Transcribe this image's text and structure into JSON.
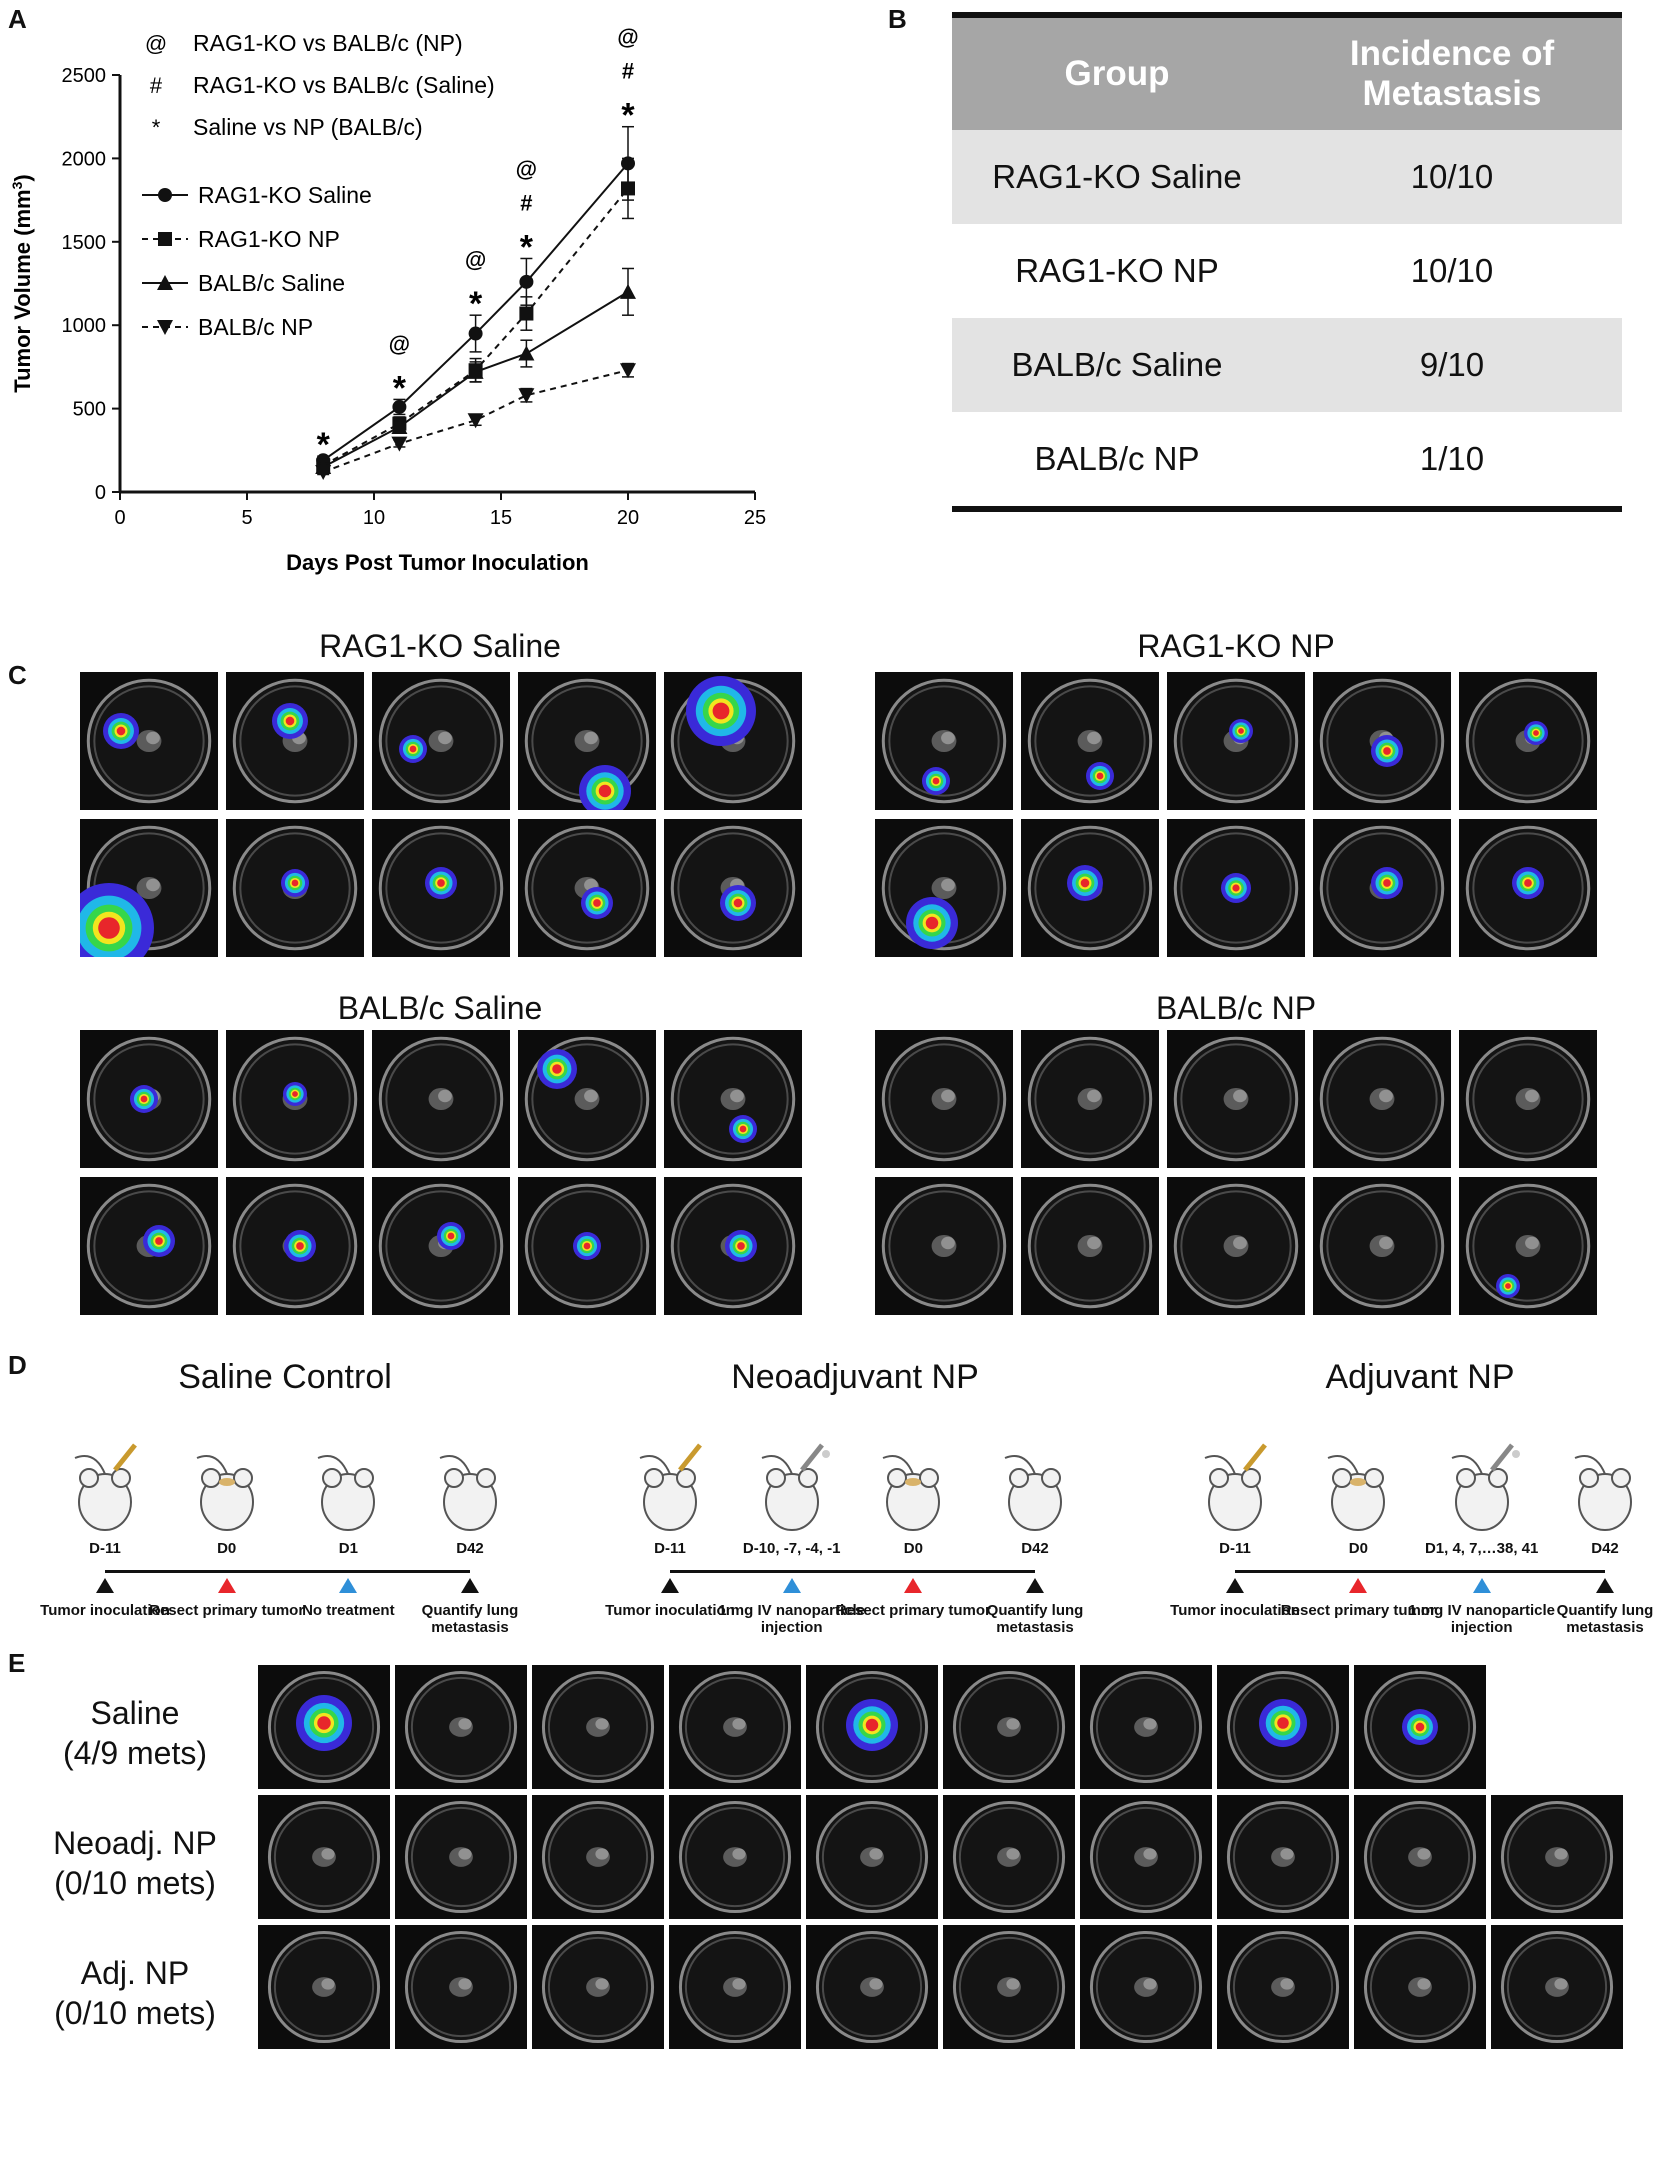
{
  "panels": {
    "a": "A",
    "b": "B",
    "c": "C",
    "d": "D",
    "e": "E"
  },
  "chart_data": {
    "type": "line",
    "xlabel": "Days Post Tumor Inoculation",
    "ylabel_main": "Tumor Volume (mm",
    "ylabel_sup": "3",
    "ylabel_close": ")",
    "xlim": [
      0,
      25
    ],
    "ylim": [
      0,
      2500
    ],
    "xticks": [
      0,
      5,
      10,
      15,
      20,
      25
    ],
    "yticks": [
      0,
      500,
      1000,
      1500,
      2000,
      2500
    ],
    "x": [
      8,
      11,
      14,
      16,
      20
    ],
    "series": [
      {
        "name": "RAG1-KO Saline",
        "marker": "circle",
        "dash": "solid",
        "values": [
          190,
          510,
          950,
          1260,
          1970
        ],
        "errors": [
          25,
          45,
          110,
          140,
          220
        ]
      },
      {
        "name": "RAG1-KO NP",
        "marker": "square",
        "dash": "dashed",
        "values": [
          160,
          410,
          730,
          1070,
          1820
        ],
        "errors": [
          20,
          40,
          70,
          100,
          180
        ]
      },
      {
        "name": "BALB/c Saline",
        "marker": "triangle-up",
        "dash": "solid",
        "values": [
          150,
          390,
          720,
          830,
          1200
        ],
        "errors": [
          20,
          35,
          60,
          80,
          140
        ]
      },
      {
        "name": "BALB/c NP",
        "marker": "triangle-down",
        "dash": "dashed",
        "values": [
          120,
          290,
          430,
          580,
          730
        ],
        "errors": [
          15,
          20,
          30,
          40,
          40
        ]
      }
    ],
    "significance_legend": [
      {
        "symbol": "@",
        "text": "RAG1-KO vs BALB/c (NP)"
      },
      {
        "symbol": "#",
        "text": "RAG1-KO vs BALB/c (Saline)"
      },
      {
        "symbol": "*",
        "text": "Saline vs NP (BALB/c)"
      }
    ],
    "annotations": [
      {
        "x": 8,
        "symbols": [
          "*"
        ]
      },
      {
        "x": 11,
        "symbols": [
          "@",
          "*"
        ]
      },
      {
        "x": 14,
        "symbols": [
          "@",
          "*"
        ]
      },
      {
        "x": 16,
        "symbols": [
          "@",
          "#",
          "*"
        ]
      },
      {
        "x": 20,
        "symbols": [
          "@",
          "#",
          "*"
        ]
      }
    ]
  },
  "table": {
    "header": [
      "Group",
      "Incidence of Metastasis"
    ],
    "rows": [
      [
        "RAG1-KO Saline",
        "10/10"
      ],
      [
        "RAG1-KO NP",
        "10/10"
      ],
      [
        "BALB/c Saline",
        "9/10"
      ],
      [
        "BALB/c NP",
        "1/10"
      ]
    ]
  },
  "imaging_groups": [
    "RAG1-KO Saline",
    "RAG1-KO NP",
    "BALB/c Saline",
    "BALB/c NP"
  ],
  "schedules": [
    {
      "title": "Saline Control",
      "events": [
        {
          "day": "D-11",
          "desc": "Tumor inoculation",
          "color": "black"
        },
        {
          "day": "D0",
          "desc": "Resect primary tumor",
          "color": "red"
        },
        {
          "day": "D1",
          "desc": "No treatment",
          "color": "blue"
        },
        {
          "day": "D42",
          "desc": "Quantify lung metastasis",
          "color": "black"
        }
      ]
    },
    {
      "title": "Neoadjuvant NP",
      "events": [
        {
          "day": "D-11",
          "desc": "Tumor inoculation",
          "color": "black"
        },
        {
          "day": "D-10, -7, -4, -1",
          "desc": "1 mg IV nanoparticle injection",
          "color": "blue"
        },
        {
          "day": "D0",
          "desc": "Resect primary tumor",
          "color": "red"
        },
        {
          "day": "D42",
          "desc": "Quantify lung metastasis",
          "color": "black"
        }
      ]
    },
    {
      "title": "Adjuvant NP",
      "events": [
        {
          "day": "D-11",
          "desc": "Tumor inoculation",
          "color": "black"
        },
        {
          "day": "D0",
          "desc": "Resect primary tumor",
          "color": "red"
        },
        {
          "day": "D1, 4, 7,…38, 41",
          "desc": "1 mg IV nanoparticle injection",
          "color": "blue"
        },
        {
          "day": "D42",
          "desc": "Quantify lung metastasis",
          "color": "black"
        }
      ]
    }
  ],
  "e_groups": [
    {
      "name": "Saline",
      "count": "(4/9 mets)",
      "n": 9,
      "signal": [
        1,
        0,
        0,
        0,
        1,
        0,
        0,
        1,
        1
      ]
    },
    {
      "name": "Neoadj. NP",
      "count": "(0/10 mets)",
      "n": 10,
      "signal": [
        0,
        0,
        0,
        0,
        0,
        0,
        0,
        0,
        0,
        0
      ]
    },
    {
      "name": "Adj. NP",
      "count": "(0/10 mets)",
      "n": 10,
      "signal": [
        0,
        0,
        0,
        0,
        0,
        0,
        0,
        0,
        0,
        0
      ]
    }
  ],
  "colors": {
    "red": "#e8262b",
    "blue": "#2f8fd8",
    "table_header": "#a6a6a6",
    "table_shade": "#e3e3e3"
  }
}
